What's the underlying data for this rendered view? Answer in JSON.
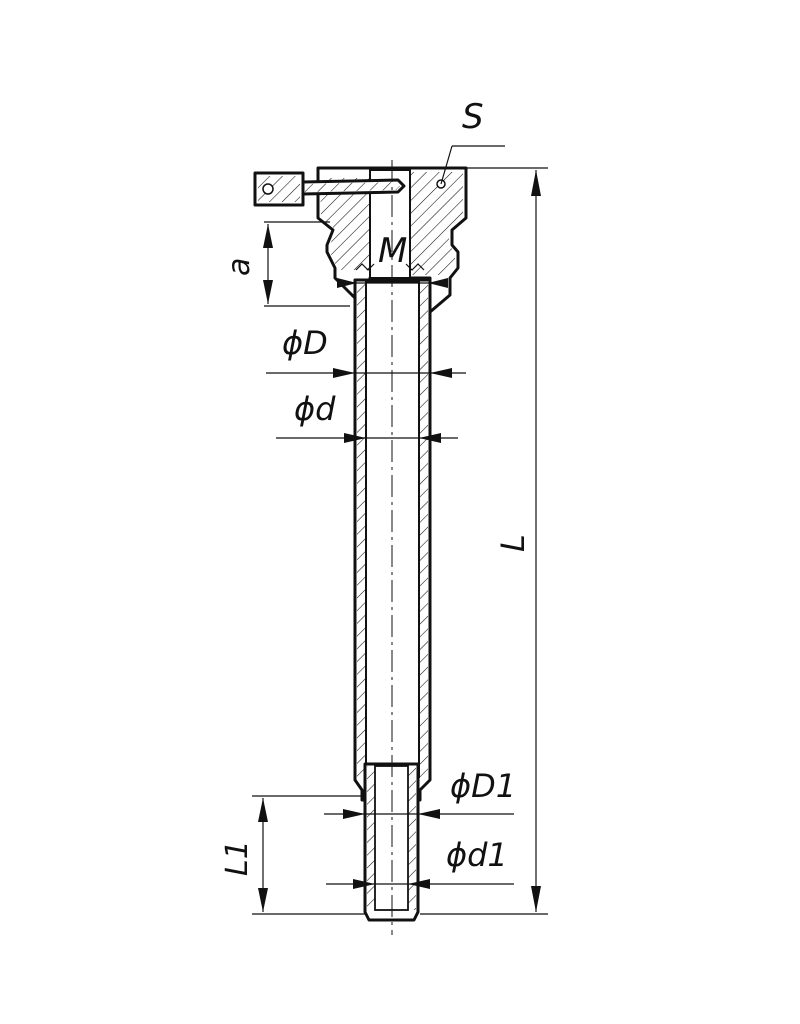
{
  "labels": {
    "S": "S",
    "a": "a",
    "M": "M",
    "phiD": "ϕD",
    "phid": "ϕd",
    "L": "L",
    "phiD1": "ϕD1",
    "L1": "L1",
    "phid1": "ϕd1"
  },
  "colors": {
    "line": "#111111",
    "background": "#ffffff"
  }
}
